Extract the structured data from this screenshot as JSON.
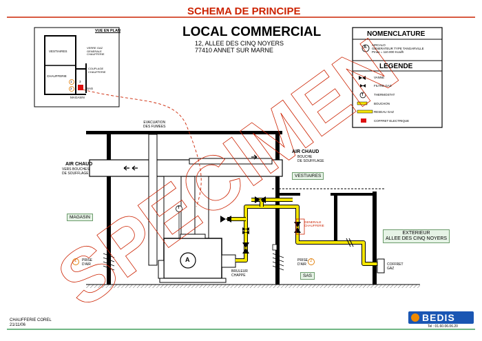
{
  "header": {
    "schema_title": "SCHEMA DE PRINCIPE",
    "main_title": "LOCAL COMMERCIAL",
    "address_line1": "12, ALLEE DES CINQ NOYERS",
    "address_line2": "77410 ANNET SUR MARNE"
  },
  "plan": {
    "title": "VUE EN PLAN",
    "vestiaires": "VESTIAIRES",
    "chaufferie": "CHAUFFERIE",
    "magasin": "MAGASIN",
    "sas": "SAS",
    "verre": "VERRE GAZ\nGENERALE\nCHAUFFERIE",
    "couplage": "COUPLAGE\nCHAUFFERIE",
    "marker1": "1",
    "marker2": "2",
    "marker3": "3"
  },
  "nomenclature": {
    "title": "NOMENCLATURE",
    "symbol": "A",
    "line1": "AIRCALO",
    "line2": "GENERATEUR TYPE TANGARVILLE",
    "line3": "Pmax = 110.000 Kcal/h"
  },
  "legende": {
    "title": "LEGENDE",
    "items": [
      "VANNE",
      "FILTRE GAZ",
      "THERMOSTAT",
      "BOUCHON",
      "RESEAU GAZ",
      "COFFRET ELECTRIQUE"
    ],
    "thermostat_symbol": "T"
  },
  "diagram": {
    "evacuation": "EVACUATION\nDES FUMEES",
    "air_chaud_left": "AIR CHAUD",
    "air_chaud_left_sub": "VERS BOUCHES\nDE SOUFFLAGE",
    "air_chaud_right": "AIR CHAUD",
    "air_chaud_right_sub": "BOUCHE\nDE SOUFFLAGE",
    "vestiaires": "VESTIAIRES",
    "magasin": "MAGASIN",
    "sas": "SAS",
    "generale": "GENERALE\nCHAUFFERIE",
    "exterieur_line1": "EXTERIEUR",
    "exterieur_line2": "ALLEE DES CINQ NOYERS",
    "prise_air_1": "PRISE\nD'AIR",
    "prise_air_2": "PRISE\nD'AIR",
    "marker1": "1",
    "marker2": "2",
    "marker_t": "T",
    "generator": "A",
    "bruleur": "BRULEUR\nCHAPPE",
    "coffret": "COFFRET\nGAZ",
    "watermark": "SPECIMEN"
  },
  "footer": {
    "left_line1": "CHAUFFERIE COREL",
    "left_line2": "21/11/06",
    "brand": "BEDIS",
    "phone": "Tel : 01.60.06.06.20"
  },
  "colors": {
    "title_red": "#cc2200",
    "gas_yellow": "#f5e600",
    "pipe_grey": "#555555",
    "box_green": "#e6f3e6",
    "brand_blue": "#1a56b3",
    "electric_red": "#dd1111"
  }
}
